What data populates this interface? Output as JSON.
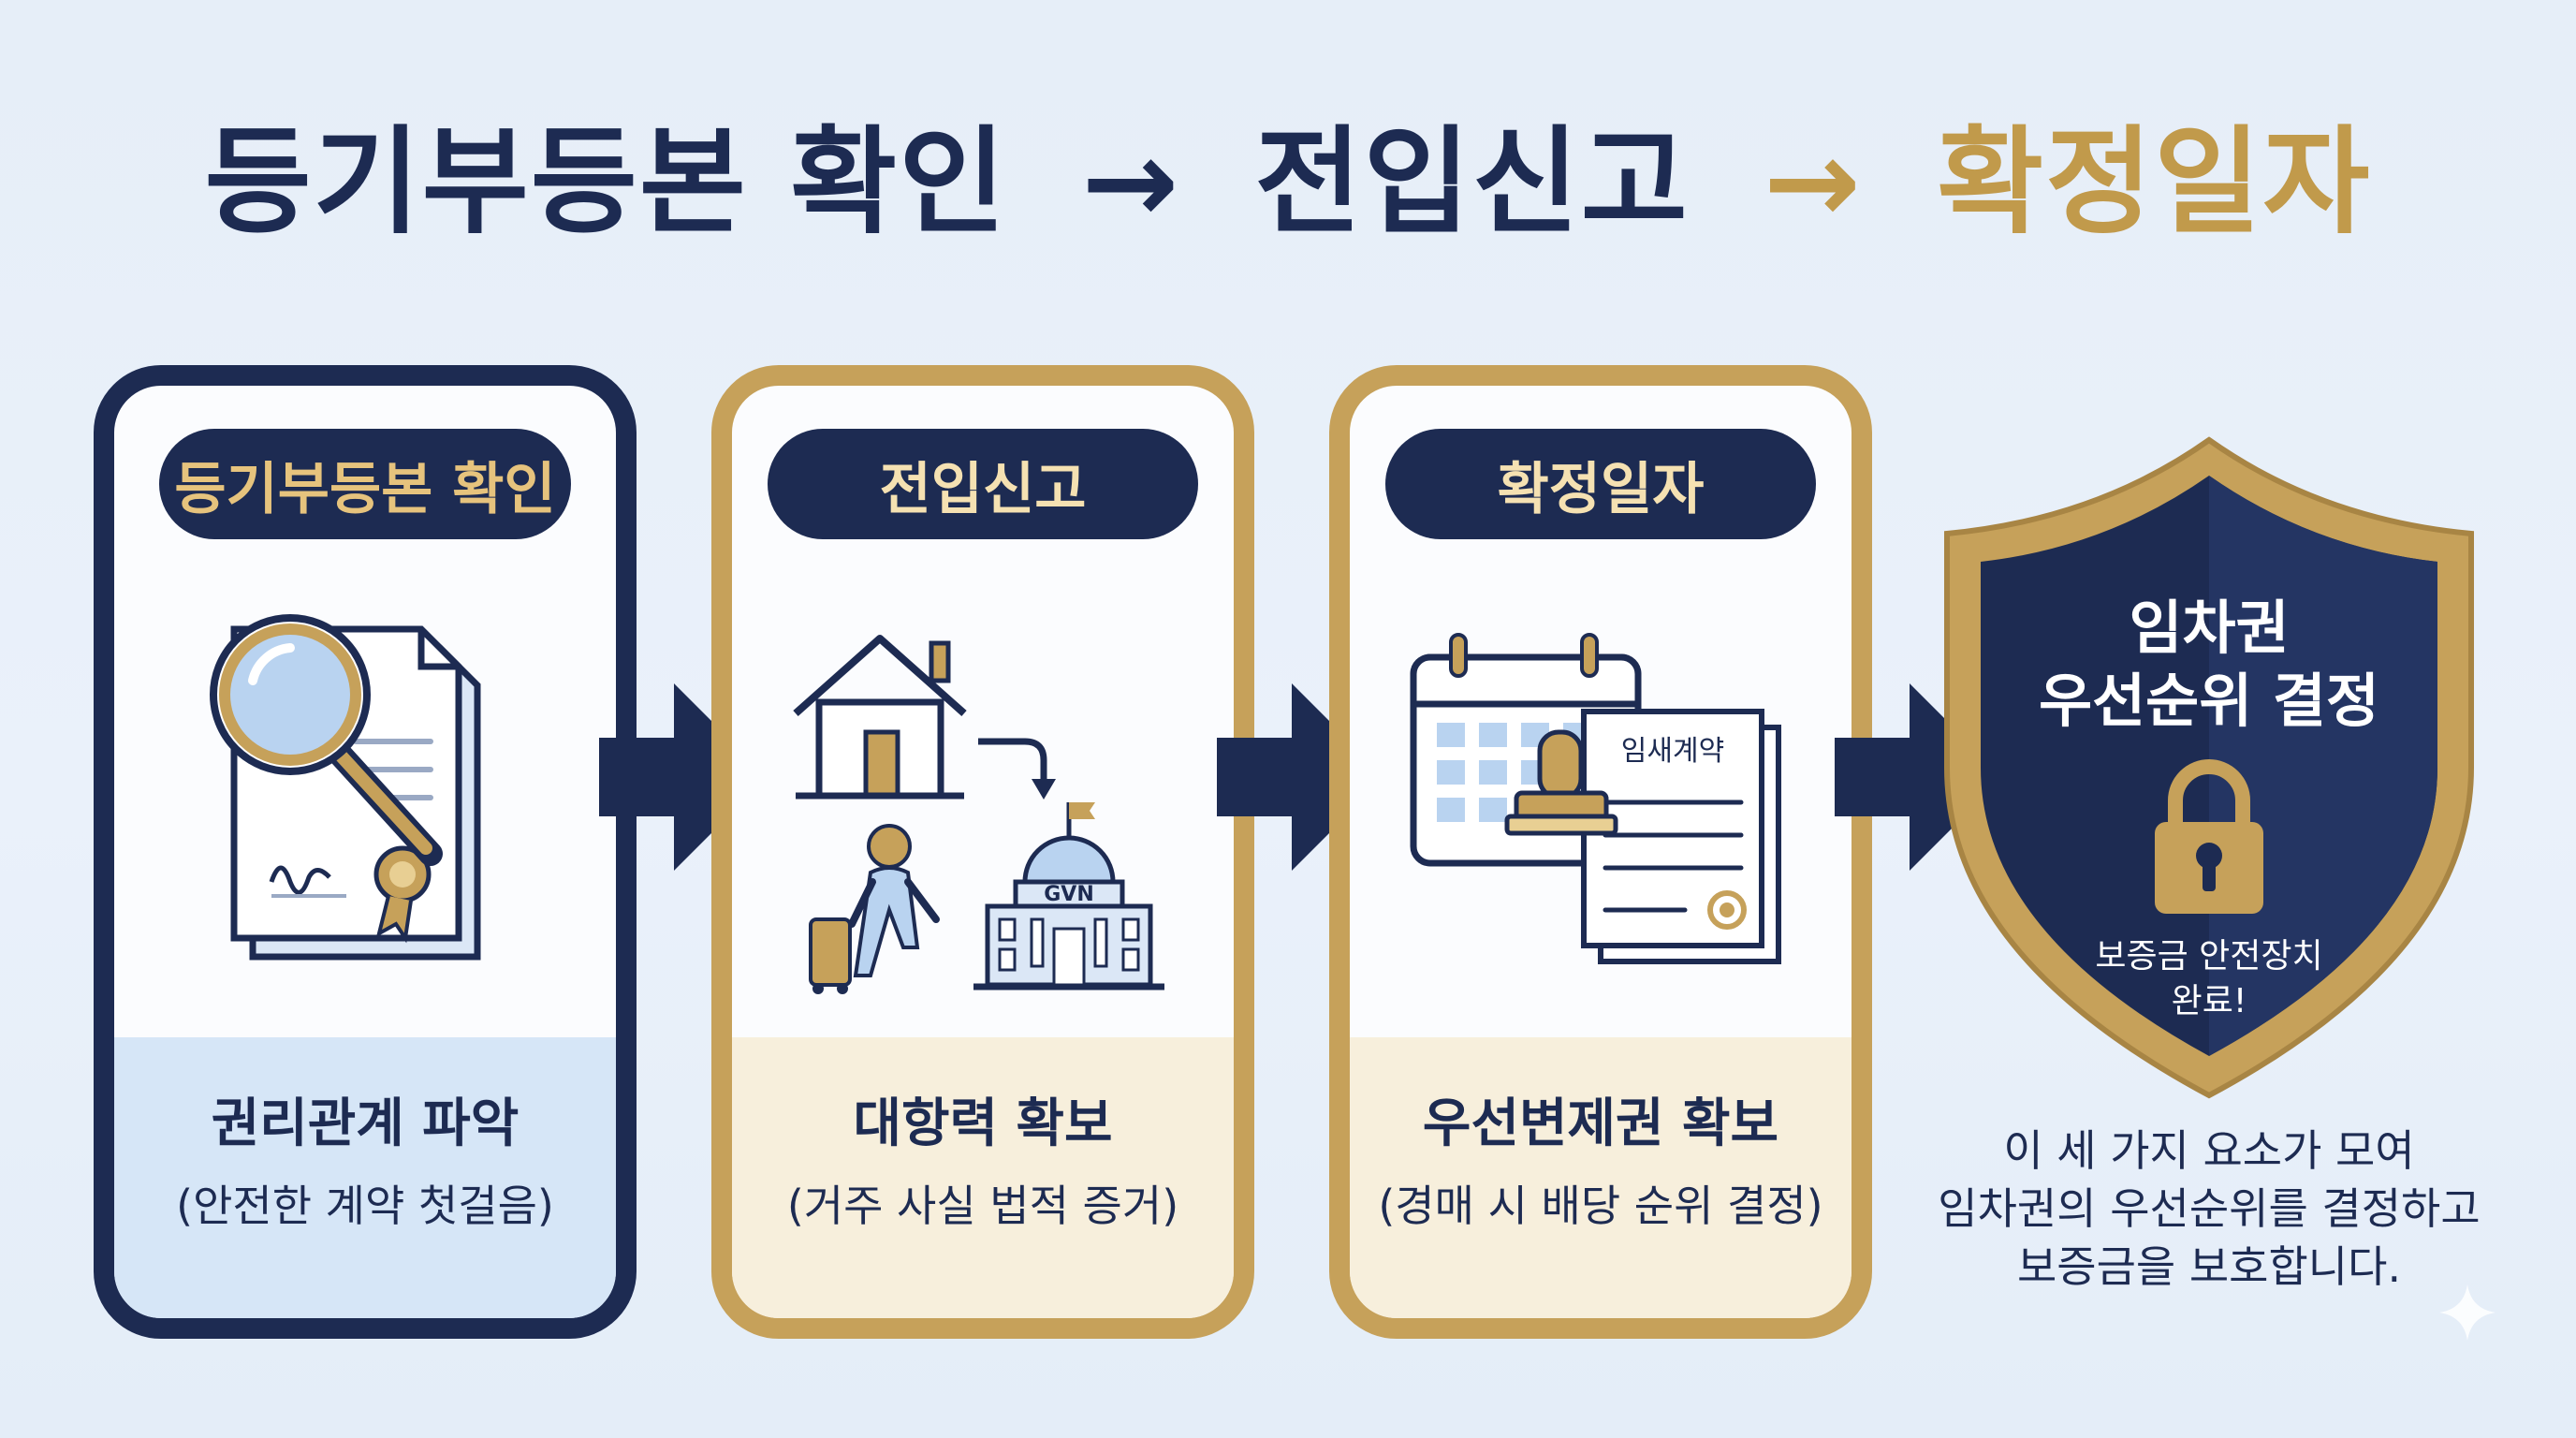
{
  "title": {
    "part1": "등기부등본 확인",
    "arrow1": "→",
    "part2": "전입신고",
    "arrow2": "→",
    "part3": "확정일자"
  },
  "steps": [
    {
      "pill": "등기부등본 확인",
      "main": "권리관계 파악",
      "sub": "(안전한 계약 첫걸음)"
    },
    {
      "pill": "전입신고",
      "main": "대항력 확보",
      "sub": "(거주 사실 법적 증거)",
      "building_label": "GVN"
    },
    {
      "pill": "확정일자",
      "main": "우선변제권 확보",
      "sub": "(경매 시 배당 순위 결정)",
      "doc_label": "임새계약"
    }
  ],
  "shield": {
    "title_line1": "임차권",
    "title_line2": "우선순위 결정",
    "note_line1": "보증금 안전장치",
    "note_line2": "완료!"
  },
  "caption": {
    "line1": "이 세 가지 요소가 모여",
    "line2": "임차권의 우선순위를 결정하고",
    "line3": "보증금을 보호합니다."
  },
  "colors": {
    "navy": "#1d2b52",
    "gold": "#c6a15a",
    "light_blue": "#d6e6f7",
    "light_gold": "#f7efdc"
  }
}
